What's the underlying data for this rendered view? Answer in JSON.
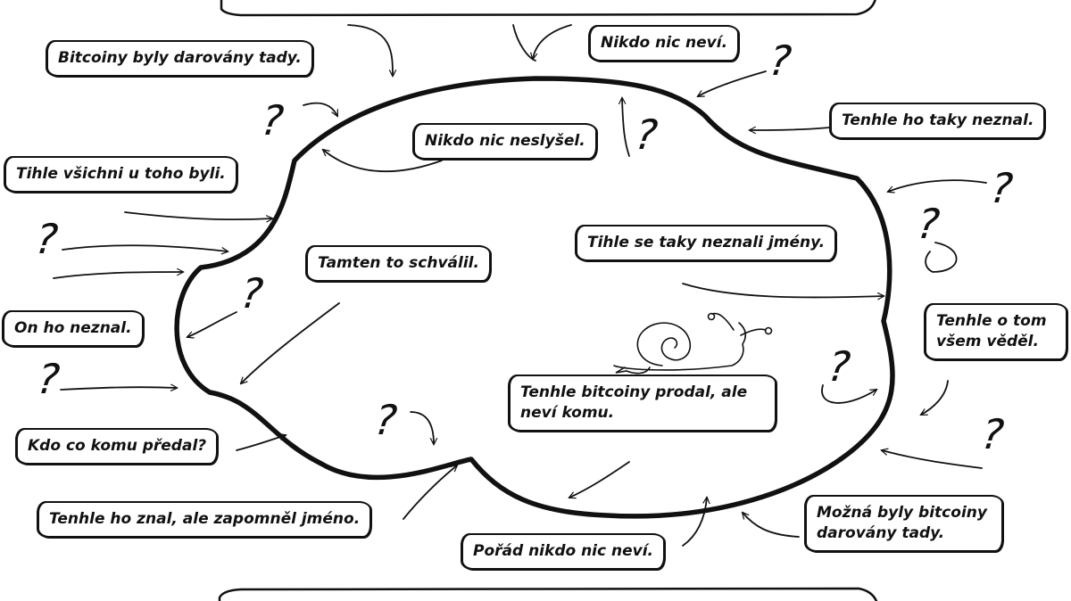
{
  "labels": {
    "darovany_tady": "Bitcoiny byly darovány tady.",
    "nikdo_nic_nevi": "Nikdo nic neví.",
    "tenhle_ho_taky_neznal": "Tenhle ho taky neznal.",
    "nikdo_nic_neslysel": "Nikdo nic neslyšel.",
    "tihle_vsichni": "Tihle všichni u toho byli.",
    "tamten_schvalil": "Tamten to schválil.",
    "tihle_se_taky_neznali": "Tihle se taky neznali jmény.",
    "on_ho_neznal": "On ho neznal.",
    "tenhle_o_tom_vsem": "Tenhle o tom všem věděl.",
    "tenhle_prodal": "Tenhle bitcoiny prodal, ale neví komu.",
    "kdo_co_komu": "Kdo co komu předal?",
    "tenhle_ho_znal": "Tenhle ho znal, ale zapomněl jméno.",
    "porad_nikdo": "Pořád nikdo nic neví.",
    "mozna_darovany": "Možná byly bitcoiny darovány tady."
  },
  "colors": {
    "ink": "#111111",
    "paper": "#ffffff"
  },
  "icons": {
    "snail": "snail-icon",
    "question": "question-mark-icon"
  }
}
